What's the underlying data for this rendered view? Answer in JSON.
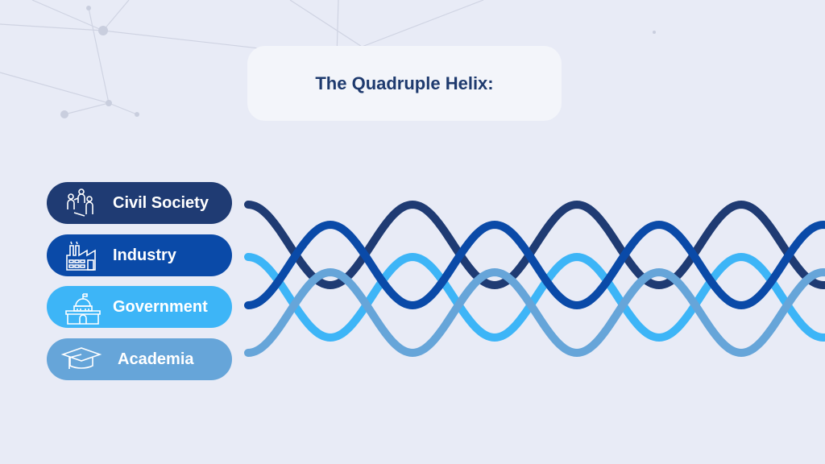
{
  "title": "The Quadruple Helix:",
  "actors": [
    {
      "label": "Civil Society",
      "icon": "people-network-icon",
      "color": "#1f3b73"
    },
    {
      "label": "Industry",
      "icon": "factory-icon",
      "color": "#0a4aa8"
    },
    {
      "label": "Government",
      "icon": "capitol-building-icon",
      "color": "#3db5f7"
    },
    {
      "label": "Academia",
      "icon": "graduation-cap-icon",
      "color": "#66a5d9"
    }
  ],
  "background": "#e8ebf6"
}
